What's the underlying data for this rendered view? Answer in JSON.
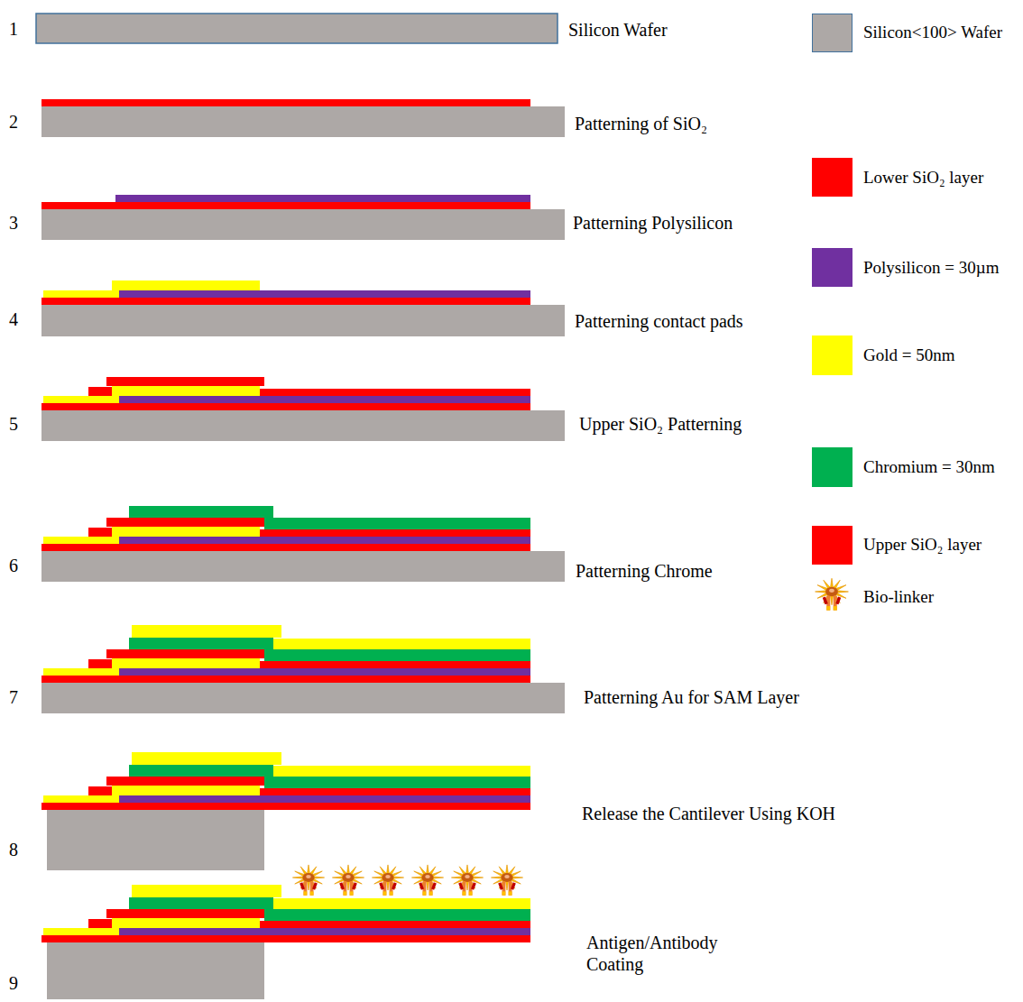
{
  "diagram": {
    "labels": [
      "1",
      "Silicon Wafer",
      "2",
      "Patterning of SiO₂",
      "3",
      "Patterning Polysilicon",
      "4",
      "Patterning contact pads",
      "5",
      "Upper SiO₂ Patterning",
      "6",
      "Patterning Chrome",
      "7",
      "Patterning Au for SAM Layer",
      "8",
      "Release the Cantilever Using KOH",
      "9",
      "Antigen/Antibody Coating"
    ],
    "legend": [
      {
        "text": "Silicon<100> Wafer",
        "color": "#ada8a6"
      },
      {
        "text": "Lower SiO₂ layer",
        "color": "#ff0000"
      },
      {
        "text": "Polysilicon = 30µm",
        "color": "#7030a0"
      },
      {
        "text": "Gold = 50nm",
        "color": "#ffff00"
      },
      {
        "text": "Chromium = 30nm",
        "color": "#00b050"
      },
      {
        "text": "Upper SiO₂ layer",
        "color": "#ff0000"
      },
      {
        "text": "Bio-linker"
      }
    ]
  }
}
